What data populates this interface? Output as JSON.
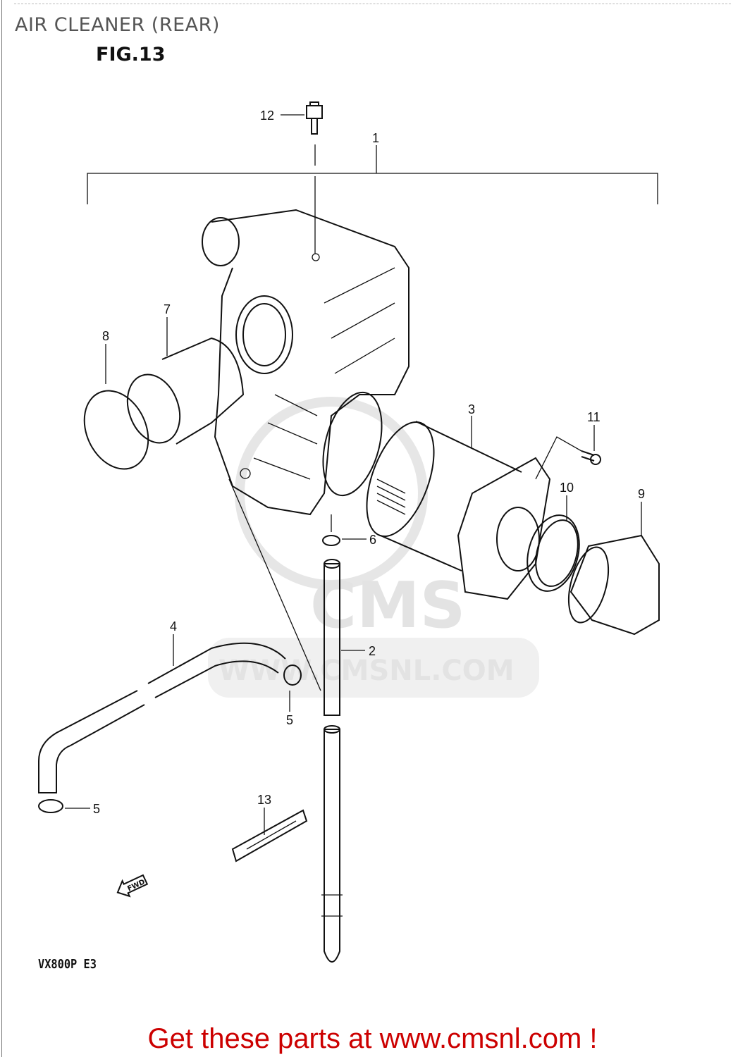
{
  "header": {
    "title": "AIR CLEANER (REAR)",
    "figure": "FIG.13"
  },
  "diagram": {
    "model": "VX800P  E3",
    "watermark": "WWW.CMSNL.COM",
    "watermark_logo": "CMS",
    "fwd_arrow": "FWD",
    "callouts": [
      "12",
      "1",
      "7",
      "8",
      "3",
      "11",
      "10",
      "9",
      "6",
      "4",
      "2",
      "5",
      "5",
      "13"
    ]
  },
  "footer": {
    "link_text": "Get these parts at www.cmsnl.com !",
    "link_color": "#cc0000"
  }
}
